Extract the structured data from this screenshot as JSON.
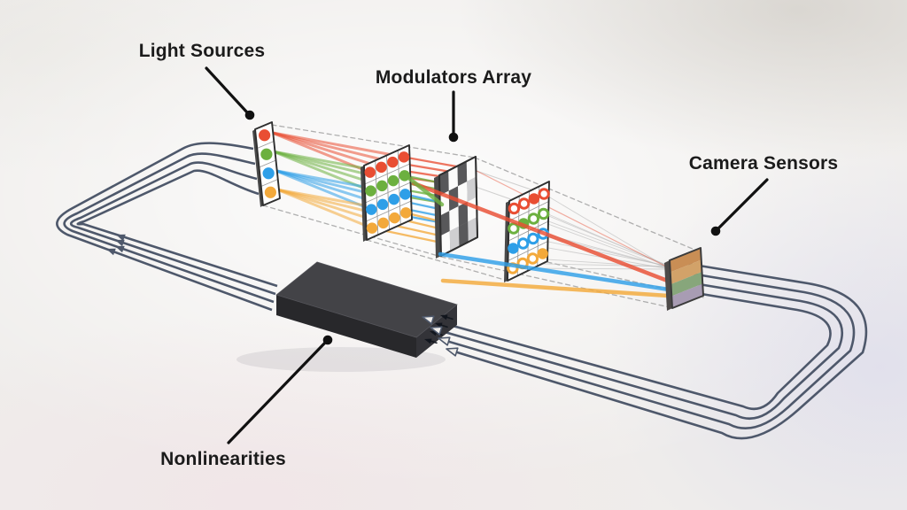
{
  "labels": {
    "light_sources": "Light Sources",
    "modulators_array": "Modulators Array",
    "camera_sensors": "Camera Sensors",
    "nonlinearities": "Nonlinearities"
  },
  "colors": {
    "red": "#e94e33",
    "green": "#6cb03f",
    "blue": "#2e9fe8",
    "orange": "#f3a93b",
    "wire": "#4e586b",
    "dash": "#a6a6a6",
    "gray_ray": "#bdbdbd",
    "frame": "#2f2f2f",
    "panel_bg": "#ffffff",
    "grid_line": "#9a9a9a",
    "callout": "#111111",
    "box_top": "#434347",
    "box_front": "#28282b",
    "box_side": "#333338",
    "box_arrow": "#11151d",
    "panel_edge": "#4a4a4a"
  },
  "panels": {
    "light_sources": {
      "dots": [
        "red",
        "green",
        "blue",
        "orange"
      ]
    },
    "modulator_input_grid": {
      "row_colors": [
        "red",
        "green",
        "blue",
        "orange"
      ],
      "marks": [
        [
          "solid",
          "solid",
          "solid",
          "solid"
        ],
        [
          "solid",
          "solid",
          "solid",
          "solid"
        ],
        [
          "solid",
          "solid",
          "solid",
          "solid"
        ],
        [
          "solid",
          "solid",
          "solid",
          "solid"
        ]
      ]
    },
    "mask_grid": {
      "palette": {
        "d": "#58585a",
        "l": "#cfcfd1",
        "w": "#fbfbfa"
      },
      "shades": [
        [
          "d",
          "w",
          "d",
          "w"
        ],
        [
          "w",
          "d",
          "w",
          "l"
        ],
        [
          "d",
          "w",
          "d",
          "w"
        ],
        [
          "w",
          "l",
          "d",
          "l"
        ]
      ]
    },
    "modulator_output_grid": {
      "row_colors": [
        "red",
        "green",
        "blue",
        "orange"
      ],
      "marks": [
        [
          "ring",
          "ring",
          "solid",
          "ring"
        ],
        [
          "ring",
          "solid",
          "ring",
          "ring"
        ],
        [
          "solid",
          "ring",
          "ring",
          "ring"
        ],
        [
          "ring",
          "ring",
          "ring",
          "solid"
        ]
      ]
    },
    "camera_sensors": {
      "cells": [
        "#c98e55",
        "#d2a269",
        "#87a67b",
        "#a89cb3"
      ]
    }
  }
}
